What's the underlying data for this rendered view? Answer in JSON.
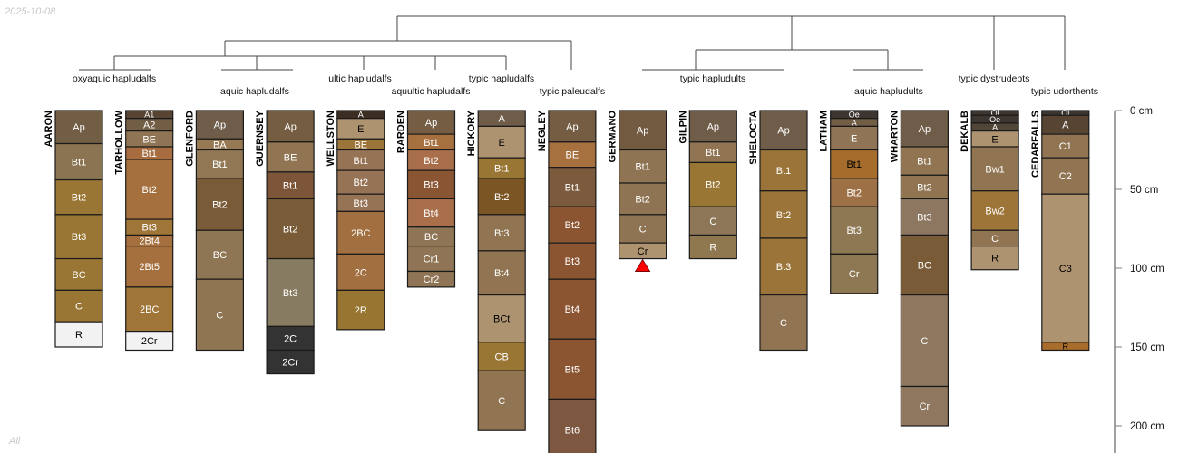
{
  "date_stamp": "2025-10-08",
  "subset_label": "All",
  "depth_axis": {
    "unit": "cm",
    "ticks": [
      0,
      50,
      100,
      150,
      200
    ],
    "max": 220
  },
  "taxa_labels": [
    "oxyaquic hapludalfs",
    "aquic hapludalfs",
    "ultic hapludalfs",
    "aquultic hapludalfs",
    "typic hapludalfs",
    "typic paleudalfs",
    "typic hapludults",
    "aquic hapludults",
    "typic dystrudepts",
    "typic udorthents"
  ],
  "colors": {
    "outline": "#1a1a1a",
    "truncation_marker": "#ff0000",
    "axis": "#808080"
  },
  "profiles": [
    {
      "name": "AARON",
      "horizons": [
        [
          "Ap",
          0,
          21,
          "#725d45",
          "#fff"
        ],
        [
          "Bt1",
          21,
          44,
          "#8b7451",
          "#fff"
        ],
        [
          "Bt2",
          44,
          66,
          "#9a7634",
          "#fff"
        ],
        [
          "Bt3",
          66,
          94,
          "#9a7634",
          "#fff"
        ],
        [
          "BC",
          94,
          114,
          "#9a7634",
          "#fff"
        ],
        [
          "C",
          114,
          134,
          "#9a7634",
          "#fff"
        ],
        [
          "R",
          134,
          150,
          "#f2f2f2",
          "#000"
        ]
      ]
    },
    {
      "name": "TARHOLLOW",
      "horizons": [
        [
          "A1",
          0,
          5,
          "#574433",
          "#fff"
        ],
        [
          "A2",
          5,
          13,
          "#725d45",
          "#fff"
        ],
        [
          "BE",
          13,
          23,
          "#8f7555",
          "#fff"
        ],
        [
          "Bt1",
          23,
          31,
          "#a76d40",
          "#fff"
        ],
        [
          "Bt2",
          31,
          69,
          "#a5703e",
          "#fff"
        ],
        [
          "Bt3",
          69,
          79,
          "#9f7538",
          "#fff"
        ],
        [
          "2Bt4",
          79,
          86,
          "#a5703e",
          "#fff"
        ],
        [
          "2Bt5",
          86,
          112,
          "#a5703e",
          "#fff"
        ],
        [
          "2BC",
          112,
          140,
          "#9f7538",
          "#fff"
        ],
        [
          "2Cr",
          140,
          152,
          "#f2f2f2",
          "#000"
        ]
      ]
    },
    {
      "name": "GLENFORD",
      "horizons": [
        [
          "Ap",
          0,
          18,
          "#6f5d4a",
          "#fff"
        ],
        [
          "BA",
          18,
          25,
          "#977a54",
          "#fff"
        ],
        [
          "Bt1",
          25,
          43,
          "#927754",
          "#fff"
        ],
        [
          "Bt2",
          43,
          76,
          "#795b37",
          "#fff"
        ],
        [
          "BC",
          76,
          107,
          "#8e7553",
          "#fff"
        ],
        [
          "C",
          107,
          152,
          "#907553",
          "#fff"
        ]
      ]
    },
    {
      "name": "GUERNSEY",
      "horizons": [
        [
          "Ap",
          0,
          20,
          "#755d42",
          "#fff"
        ],
        [
          "BE",
          20,
          39,
          "#917553",
          "#fff"
        ],
        [
          "Bt1",
          39,
          56,
          "#7d5538",
          "#fff"
        ],
        [
          "Bt2",
          56,
          94,
          "#795b37",
          "#fff"
        ],
        [
          "Bt3",
          94,
          137,
          "#877b62",
          "#fff"
        ],
        [
          "2C",
          137,
          152,
          "#333333",
          "#fff"
        ],
        [
          "2Cr",
          152,
          167,
          "#333333",
          "#fff"
        ]
      ]
    },
    {
      "name": "WELLSTON",
      "horizons": [
        [
          "A",
          0,
          5,
          "#3c2e22",
          "#fff"
        ],
        [
          "E",
          5,
          18,
          "#ae9371",
          "#000"
        ],
        [
          "BE",
          18,
          25,
          "#9e7538",
          "#fff"
        ],
        [
          "Bt1",
          25,
          38,
          "#977356",
          "#fff"
        ],
        [
          "Bt2",
          38,
          53,
          "#977356",
          "#fff"
        ],
        [
          "Bt3",
          53,
          64,
          "#977356",
          "#fff"
        ],
        [
          "2BC",
          64,
          91,
          "#a26f40",
          "#fff"
        ],
        [
          "2C",
          91,
          114,
          "#a26f40",
          "#fff"
        ],
        [
          "2R",
          114,
          139,
          "#997532",
          "#fff"
        ]
      ]
    },
    {
      "name": "RARDEN",
      "horizons": [
        [
          "Ap",
          0,
          15,
          "#745d43",
          "#fff"
        ],
        [
          "Bt1",
          15,
          25,
          "#a6703f",
          "#fff"
        ],
        [
          "Bt2",
          25,
          38,
          "#a86f4a",
          "#fff"
        ],
        [
          "Bt3",
          38,
          56,
          "#8a5532",
          "#fff"
        ],
        [
          "Bt4",
          56,
          74,
          "#a86f4a",
          "#fff"
        ],
        [
          "BC",
          74,
          86,
          "#8f7555",
          "#fff"
        ],
        [
          "Cr1",
          86,
          102,
          "#8f7555",
          "#fff"
        ],
        [
          "Cr2",
          102,
          112,
          "#8f7555",
          "#fff"
        ]
      ]
    },
    {
      "name": "HICKORY",
      "horizons": [
        [
          "A",
          0,
          10,
          "#6f5d4a",
          "#fff"
        ],
        [
          "E",
          10,
          30,
          "#ae9371",
          "#000"
        ],
        [
          "Bt1",
          30,
          43,
          "#9a7634",
          "#fff"
        ],
        [
          "Bt2",
          43,
          66,
          "#7b5523",
          "#fff"
        ],
        [
          "Bt3",
          66,
          89,
          "#917553",
          "#fff"
        ],
        [
          "Bt4",
          89,
          117,
          "#917553",
          "#fff"
        ],
        [
          "BCt",
          117,
          147,
          "#ae9371",
          "#000"
        ],
        [
          "CB",
          147,
          165,
          "#9a7634",
          "#fff"
        ],
        [
          "C",
          165,
          203,
          "#917553",
          "#fff"
        ]
      ]
    },
    {
      "name": "NEGLEY",
      "horizons": [
        [
          "Ap",
          0,
          20,
          "#745d43",
          "#fff"
        ],
        [
          "BE",
          20,
          36,
          "#a6703f",
          "#fff"
        ],
        [
          "Bt1",
          36,
          61,
          "#7b5a3d",
          "#fff"
        ],
        [
          "Bt2",
          61,
          84,
          "#8b5532",
          "#fff"
        ],
        [
          "Bt3",
          84,
          107,
          "#8b5532",
          "#fff"
        ],
        [
          "Bt4",
          107,
          145,
          "#8b5532",
          "#fff"
        ],
        [
          "Bt5",
          145,
          183,
          "#8b5532",
          "#fff"
        ],
        [
          "Bt6",
          183,
          222,
          "#7e5740",
          "#fff"
        ]
      ]
    },
    {
      "name": "GERMANO",
      "truncated": true,
      "horizons": [
        [
          "Ap",
          0,
          25,
          "#725b41",
          "#fff"
        ],
        [
          "Bt1",
          25,
          46,
          "#8f7453",
          "#fff"
        ],
        [
          "Bt2",
          46,
          66,
          "#8f7453",
          "#fff"
        ],
        [
          "C",
          66,
          84,
          "#8f7453",
          "#fff"
        ],
        [
          "Cr",
          84,
          94,
          "#ae9371",
          "#000"
        ]
      ]
    },
    {
      "name": "GILPIN",
      "horizons": [
        [
          "Ap",
          0,
          20,
          "#6f5d4a",
          "#fff"
        ],
        [
          "Bt1",
          20,
          33,
          "#917553",
          "#fff"
        ],
        [
          "Bt2",
          33,
          61,
          "#9a7634",
          "#fff"
        ],
        [
          "C",
          61,
          79,
          "#8e7759",
          "#fff"
        ],
        [
          "R",
          79,
          94,
          "#8f7850",
          "#fff"
        ]
      ]
    },
    {
      "name": "SHELOCTA",
      "horizons": [
        [
          "Ap",
          0,
          25,
          "#6f5d4a",
          "#fff"
        ],
        [
          "Bt1",
          25,
          51,
          "#9a7438",
          "#fff"
        ],
        [
          "Bt2",
          51,
          81,
          "#9a7438",
          "#fff"
        ],
        [
          "Bt3",
          81,
          117,
          "#9a7438",
          "#fff"
        ],
        [
          "C",
          117,
          152,
          "#917553",
          "#fff"
        ]
      ]
    },
    {
      "name": "LATHAM",
      "horizons": [
        [
          "Oe",
          0,
          5,
          "#3c3530",
          "#fff"
        ],
        [
          "A",
          5,
          10,
          "#725d45",
          "#fff"
        ],
        [
          "E",
          10,
          25,
          "#8f7555",
          "#fff"
        ],
        [
          "Bt1",
          25,
          43,
          "#a66c2c",
          "#000"
        ],
        [
          "Bt2",
          43,
          61,
          "#9e7045",
          "#fff"
        ],
        [
          "Bt3",
          61,
          91,
          "#8d7853",
          "#fff"
        ],
        [
          "Cr",
          91,
          116,
          "#8d7853",
          "#fff"
        ]
      ]
    },
    {
      "name": "WHARTON",
      "horizons": [
        [
          "Ap",
          0,
          23,
          "#6f5d4a",
          "#fff"
        ],
        [
          "Bt1",
          23,
          41,
          "#917553",
          "#fff"
        ],
        [
          "Bt2",
          41,
          56,
          "#917553",
          "#fff"
        ],
        [
          "Bt3",
          56,
          79,
          "#8d7760",
          "#fff"
        ],
        [
          "BC",
          79,
          117,
          "#7a5b38",
          "#fff"
        ],
        [
          "C",
          117,
          175,
          "#8f7760",
          "#fff"
        ],
        [
          "Cr",
          175,
          200,
          "#8f7760",
          "#fff"
        ]
      ]
    },
    {
      "name": "DEKALB",
      "horizons": [
        [
          "Oi",
          0,
          3,
          "#3c3530",
          "#fff"
        ],
        [
          "Oe",
          3,
          8,
          "#3c3530",
          "#fff"
        ],
        [
          "A",
          8,
          13,
          "#514538",
          "#fff"
        ],
        [
          "E",
          13,
          23,
          "#ae9371",
          "#000"
        ],
        [
          "Bw1",
          23,
          51,
          "#917553",
          "#fff"
        ],
        [
          "Bw2",
          51,
          76,
          "#9e7538",
          "#fff"
        ],
        [
          "C",
          76,
          86,
          "#917553",
          "#fff"
        ],
        [
          "R",
          86,
          101,
          "#ae9371",
          "#000"
        ]
      ]
    },
    {
      "name": "CEDARFALLS",
      "horizons": [
        [
          "Oi",
          0,
          3,
          "#3c3530",
          "#fff"
        ],
        [
          "A",
          3,
          15,
          "#574433",
          "#fff"
        ],
        [
          "C1",
          15,
          30,
          "#917553",
          "#fff"
        ],
        [
          "C2",
          30,
          53,
          "#917553",
          "#fff"
        ],
        [
          "C3",
          53,
          147,
          "#ae9371",
          "#000"
        ],
        [
          "R",
          147,
          152,
          "#a86c2c",
          "#000"
        ]
      ]
    }
  ]
}
